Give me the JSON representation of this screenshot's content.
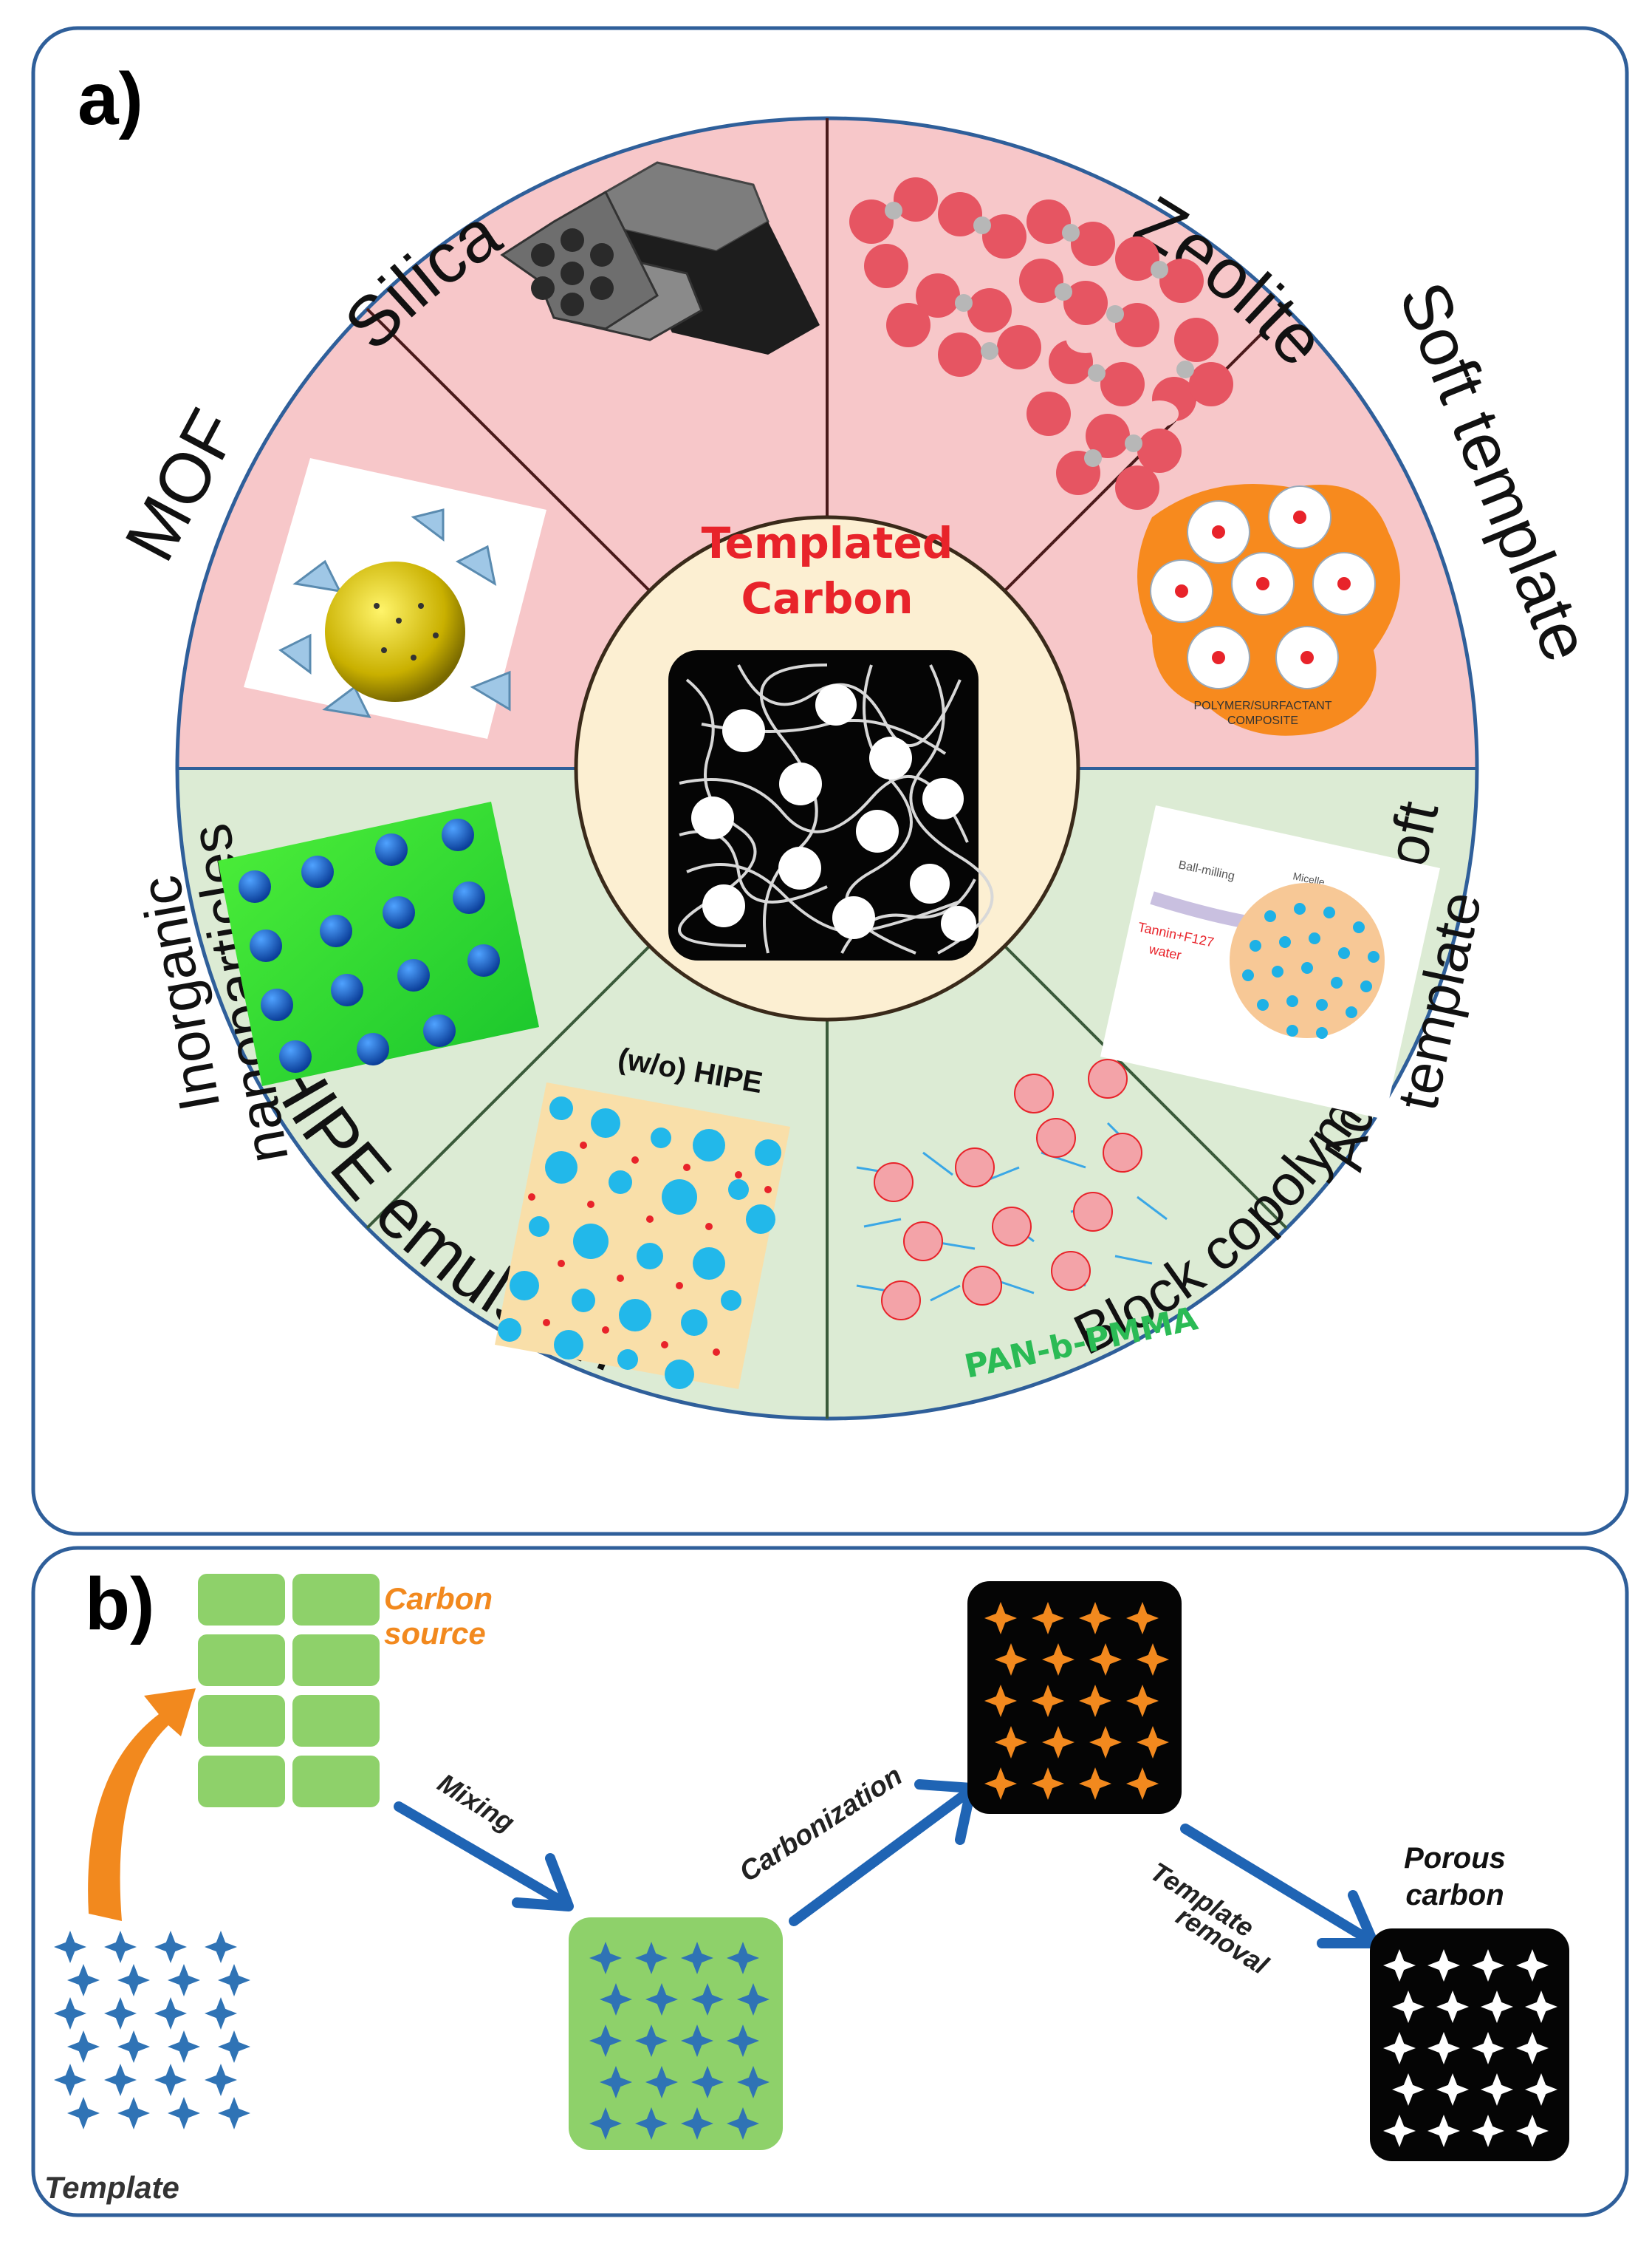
{
  "panel_a": {
    "label": "a)",
    "center": {
      "title_line1": "Templated",
      "title_line2": "Carbon"
    },
    "sectors": [
      {
        "id": "mof",
        "label": "MOF",
        "group": "hard"
      },
      {
        "id": "silica",
        "label": "Silica",
        "group": "hard"
      },
      {
        "id": "zeolite",
        "label": "Zeolite",
        "group": "hard"
      },
      {
        "id": "soft",
        "label": "Soft template",
        "group": "hard",
        "caption_line1": "POLYMER/SURFACTANT",
        "caption_line2": "COMPOSITE"
      },
      {
        "id": "advsoft",
        "label_line1": "Advanced Soft",
        "label_line2": "template",
        "group": "soft",
        "annot_ballmilling": "Ball-milling",
        "annot_tannin": "Tannin+F127",
        "annot_water": "water",
        "annot_micelle": "Micelle"
      },
      {
        "id": "block",
        "label": "Block copolymer",
        "group": "soft",
        "inner_label": "PAN-b-PMMA"
      },
      {
        "id": "hipe",
        "label": "HIPE emulsion",
        "group": "soft",
        "inner_label": "(w/o) HIPE"
      },
      {
        "id": "inorganic",
        "label_line1": "Inorganic",
        "label_line2": "nanoparticles",
        "group": "soft"
      }
    ]
  },
  "panel_b": {
    "label": "b)",
    "carbon_source_line1": "Carbon",
    "carbon_source_line2": "source",
    "template_label": "Template",
    "mixing_label": "Mixing",
    "carbonization_label": "Carbonization",
    "removal_line1": "Template",
    "removal_line2": "removal",
    "porous_line1": "Porous",
    "porous_line2": "carbon"
  },
  "colors": {
    "frame": "#2f5f9a",
    "hard_sector": "#f7c7c9",
    "soft_sector": "#dcebd4",
    "center_fill": "#fcefd2",
    "title_red": "#e8232a",
    "orange": "#f2891e",
    "green": "#8ed16a",
    "blue_star": "#2f73b5",
    "arrow_blue": "#1f64b4",
    "cyan": "#20b6e6",
    "pan_green": "#2bbb55"
  }
}
